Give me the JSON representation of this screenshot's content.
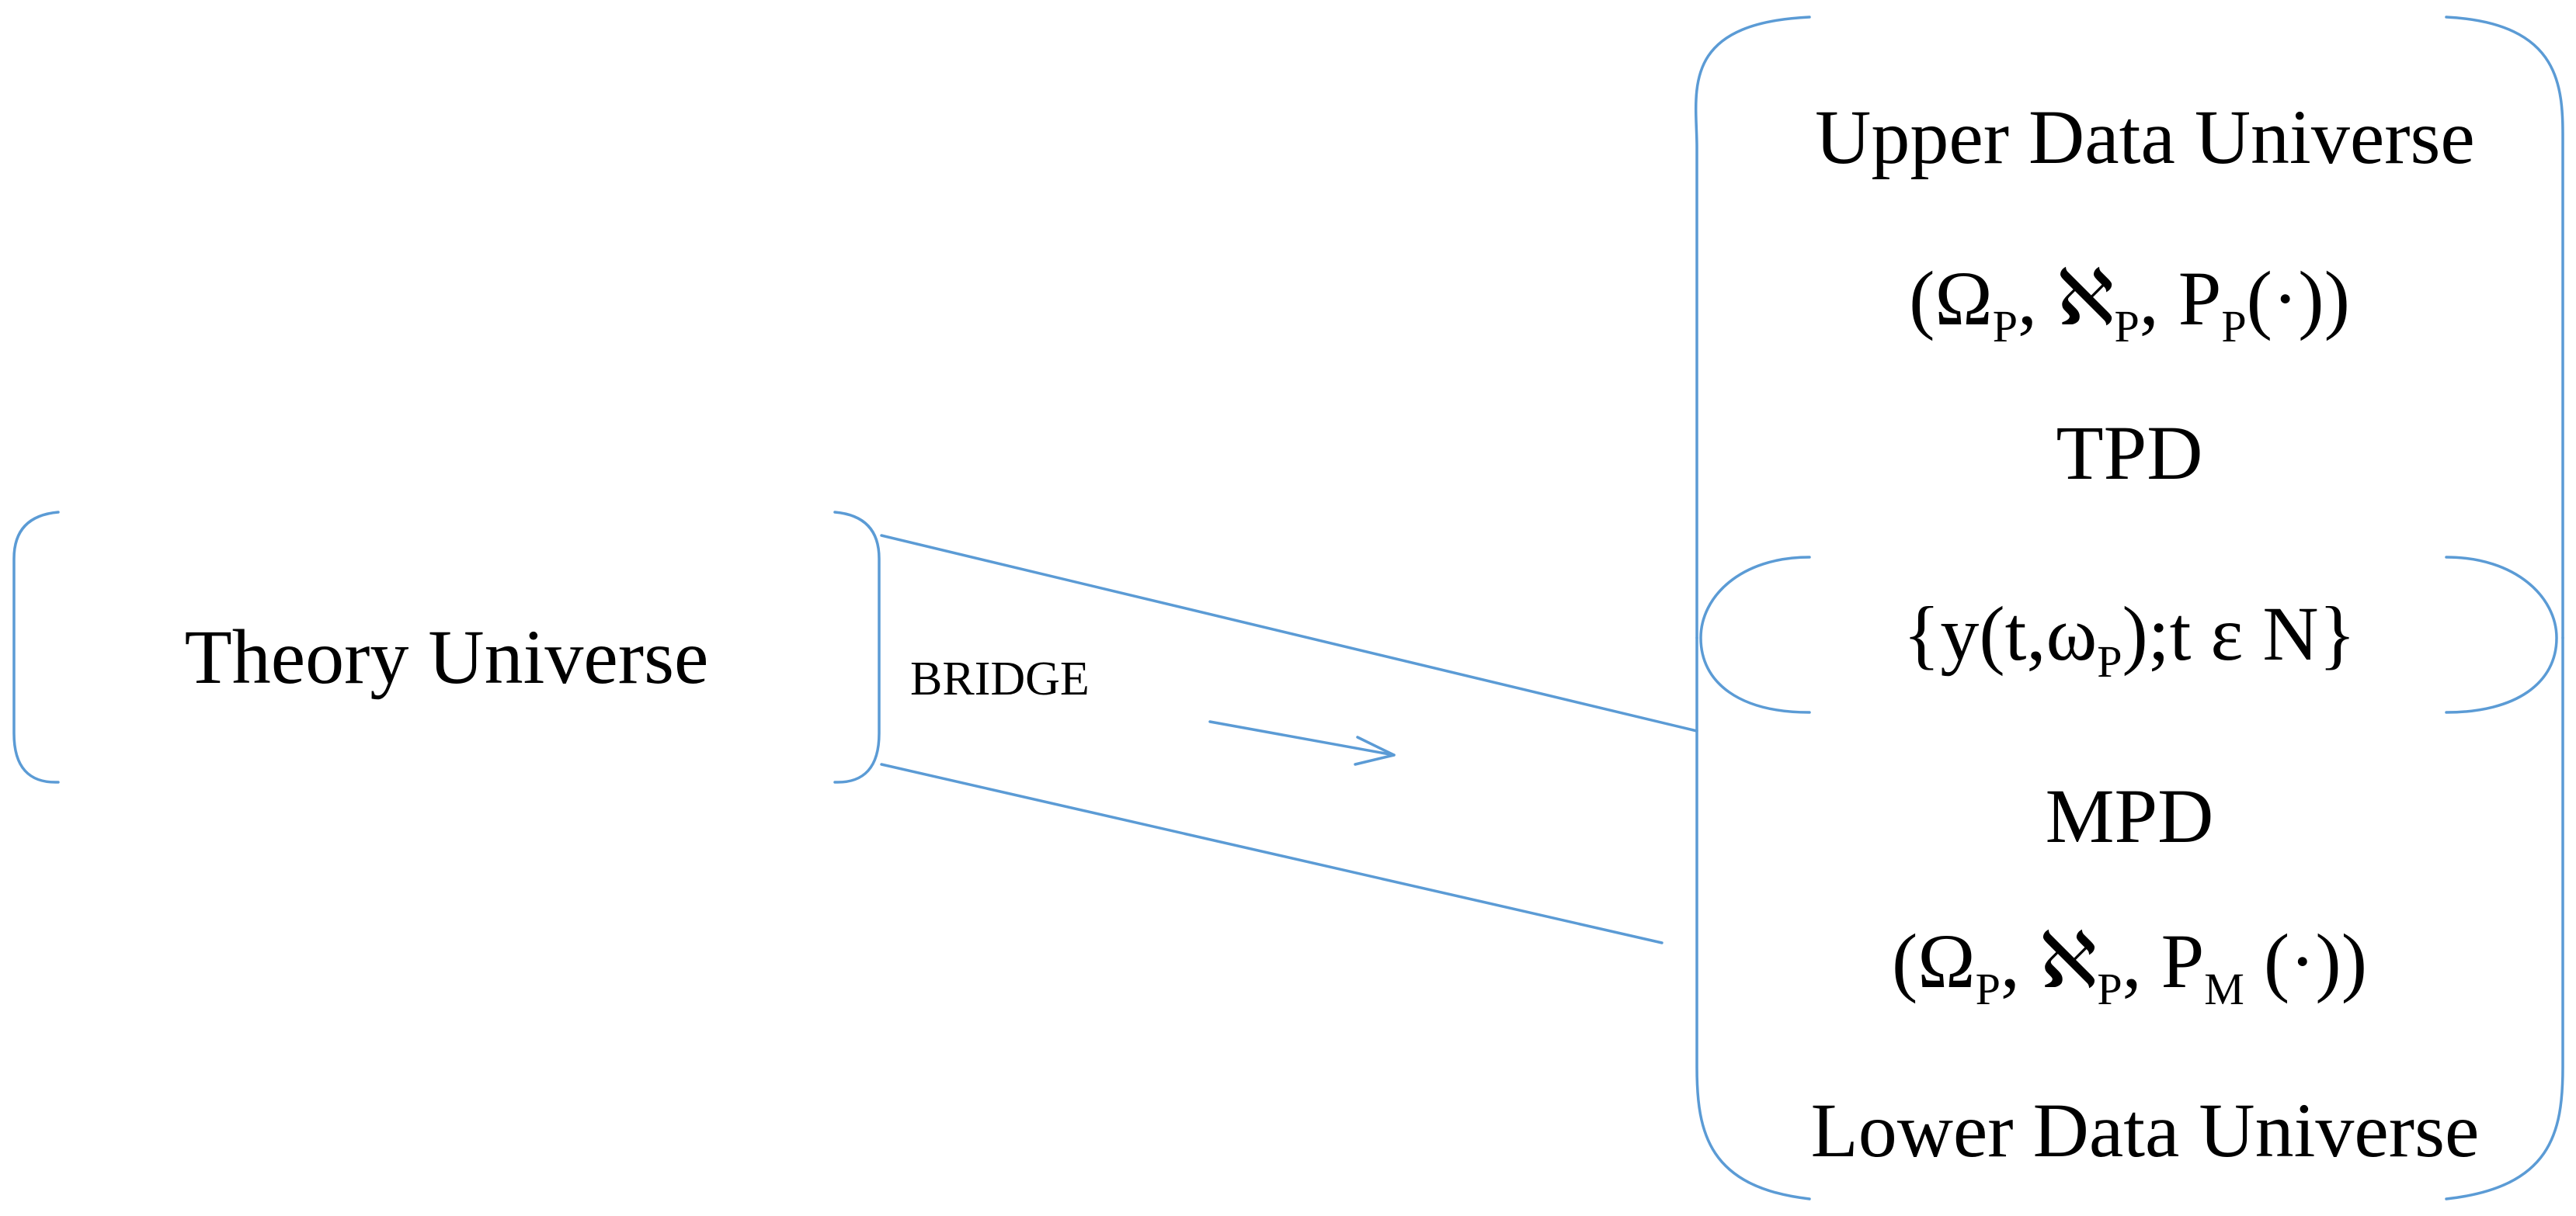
{
  "theory": {
    "label": "Theory Universe"
  },
  "bridge": {
    "label": "BRIDGE"
  },
  "upper": {
    "label": "Upper Data Universe",
    "formula": {
      "open": "(Ω",
      "s1": "P",
      "m1": ", ℵ",
      "s2": "P",
      "m2": ", P",
      "s3": "P",
      "close": "(·))"
    },
    "tpd": "TPD"
  },
  "process": {
    "open": "{y(t,ω",
    "sub": "P",
    "close": ");t ε N}"
  },
  "lower": {
    "mpd": "MPD",
    "formula": {
      "open": "(Ω",
      "s1": "P",
      "m1": ", ℵ",
      "s2": "P",
      "m2": ", P",
      "s3": "M",
      "close": " (·))"
    },
    "label": "Lower Data Universe"
  },
  "colors": {
    "line": "#5b9bd5",
    "text": "#000000"
  }
}
